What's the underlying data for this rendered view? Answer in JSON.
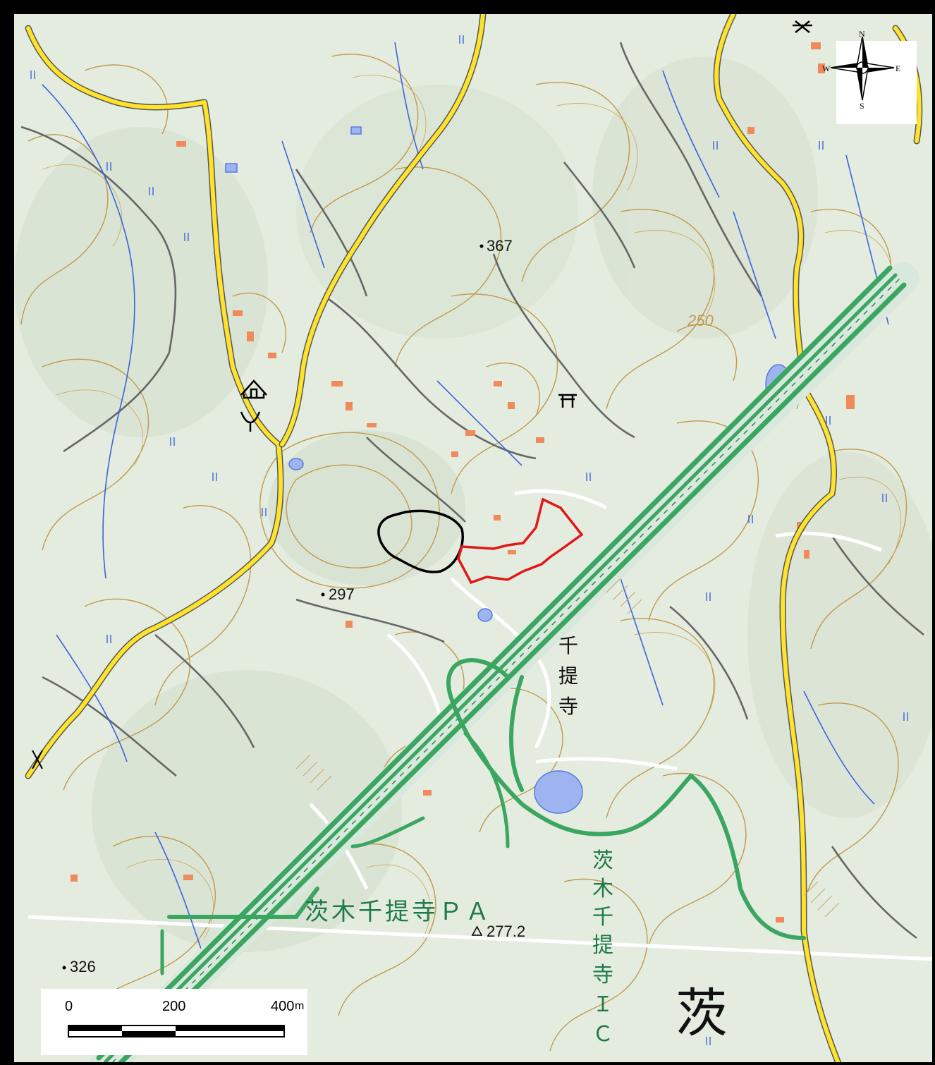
{
  "map": {
    "elevations": [
      {
        "id": "p367",
        "label": "367"
      },
      {
        "id": "p297",
        "label": "297"
      },
      {
        "id": "p326",
        "label": "326"
      },
      {
        "id": "p277",
        "label": "277.2"
      }
    ],
    "contour_label": "250",
    "place_labels": {
      "senteiji_v": [
        "千",
        "提",
        "寺"
      ],
      "pa_label": "茨木千提寺ＰＡ",
      "ic_label": [
        "茨",
        "木",
        "千",
        "提",
        "寺",
        "Ｉ",
        "Ｃ"
      ],
      "ibaraki_big": "茨"
    },
    "colors": {
      "background": "#e6efe2",
      "contour": "#c29a4a",
      "road_yellow": "#ffe32a",
      "expressway": "#3aa660",
      "water": "#3b63e0",
      "building": "#f08a5a",
      "outline_black": "#000000",
      "outline_red": "#e01818"
    }
  },
  "compass": {
    "n": "N",
    "s": "S",
    "e": "E",
    "w": "W"
  },
  "scale_bar": {
    "labels": [
      "0",
      "200",
      "400"
    ],
    "unit": "m"
  }
}
